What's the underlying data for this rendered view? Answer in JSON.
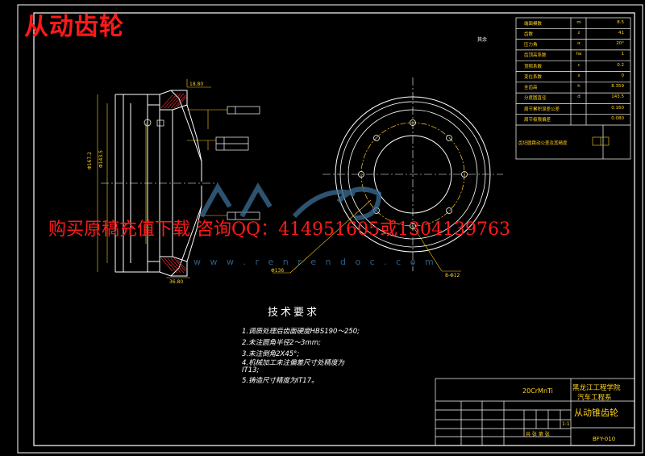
{
  "drawing_title": "从动齿轮",
  "ad_text": "购买原稿充值下载  咨询QQ：414951605或1304139763",
  "watermark_url": "w w w . r e n r e n d o c . c o m",
  "tech_requirements": {
    "title": "技术要求",
    "items": [
      "1.调质处理后齿面硬度HBS190～250;",
      "2.未注圆角半径2～3mm;",
      "3.未注倒角2X45°;",
      "4.机械加工未注偏差尺寸处精度为",
      "IT13;",
      "5.铸造尺寸精度为IT17。"
    ]
  },
  "params_table": {
    "rows": [
      {
        "name": "端面模数",
        "sym": "m",
        "val": "8.5"
      },
      {
        "name": "齿数",
        "sym": "z",
        "val": "41"
      },
      {
        "name": "压力角",
        "sym": "α",
        "val": "20°"
      },
      {
        "name": "齿顶高系数",
        "sym": "ha",
        "val": "1"
      },
      {
        "name": "顶隙系数",
        "sym": "c",
        "val": "0.2"
      },
      {
        "name": "变位系数",
        "sym": "x",
        "val": "0"
      },
      {
        "name": "全齿高",
        "sym": "h",
        "val": "8.359"
      },
      {
        "name": "分度圆直径",
        "sym": "d",
        "val": "143.5"
      },
      {
        "name": "周节累积误差公差",
        "sym": "",
        "val": "0.160"
      },
      {
        "name": "周节极限偏差",
        "sym": "",
        "val": "0.080"
      }
    ],
    "footer": "齿坯圆跳动公差及其精度"
  },
  "title_block": {
    "material": "20CrMnTi",
    "school_line1": "黑龙江工程学院",
    "school_line2": "汽车工程系",
    "part_name": "从动锥齿轮",
    "scale": "1:1",
    "sheet_info": "共  张  第  张",
    "drawing_no": "BFY-010"
  },
  "annotations": {
    "other_roughness": "其余",
    "phi_od": "Φ167.2",
    "phi_pd": "Φ143.5",
    "dim_top": "18.80",
    "dim_bottom": "36.80",
    "holes_label": "8-Φ12",
    "pcd_label": "Φ136"
  }
}
